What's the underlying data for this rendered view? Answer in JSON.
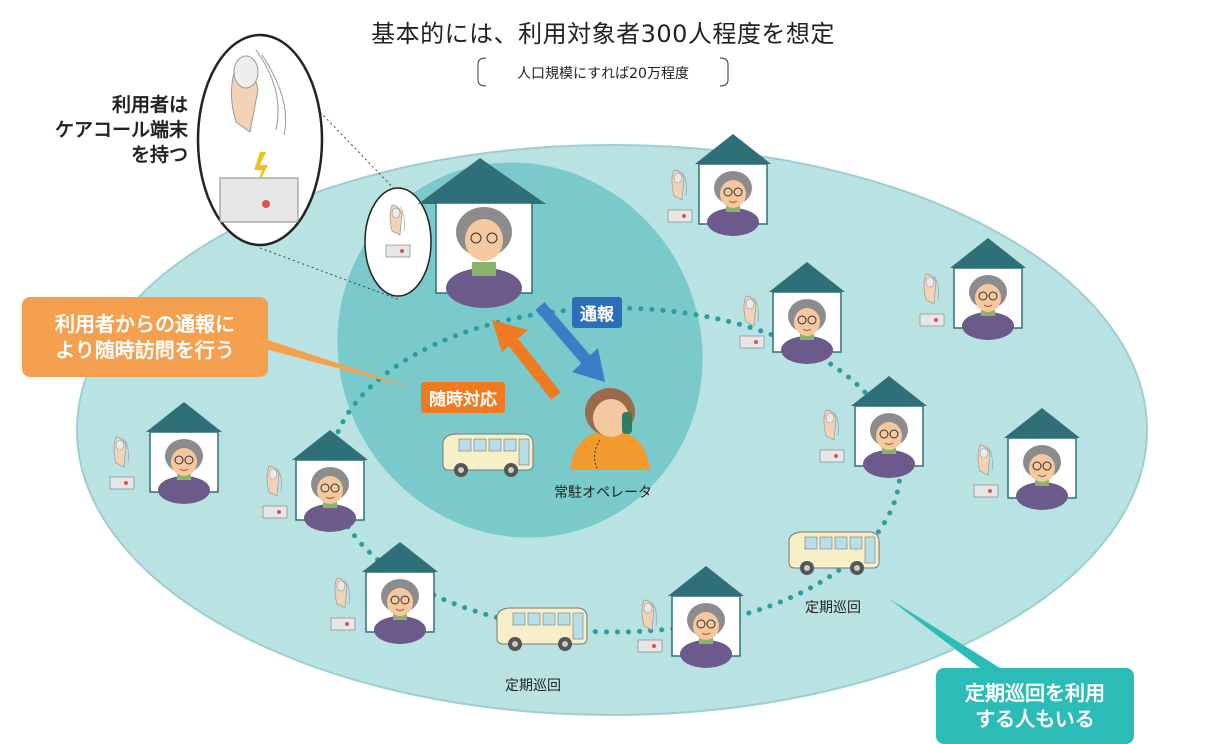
{
  "title": "基本的には、利用対象者300人程度を想定",
  "subtitle": "人口規模にすれば20万程度",
  "user_label": [
    "利用者は",
    "ケアコール端末",
    "を持つ"
  ],
  "callout_orange": [
    "利用者からの通報に",
    "より随時訪問を行う"
  ],
  "callout_teal": [
    "定期巡回を利用",
    "する人もいる"
  ],
  "tag_report": "通報",
  "tag_response": "随時対応",
  "operator_label": "常駐オペレータ",
  "patrol_label_1": "定期巡回",
  "patrol_label_2": "定期巡回",
  "colors": {
    "outer_area": "#b9e2e3",
    "inner_area": "#7ac9cb",
    "house_roof": "#2f6f78",
    "report_arrow": "#3d7dc6",
    "response_arrow": "#ef7a1f",
    "callout_orange": "#f5a04e",
    "callout_teal": "#2cbcb8"
  }
}
